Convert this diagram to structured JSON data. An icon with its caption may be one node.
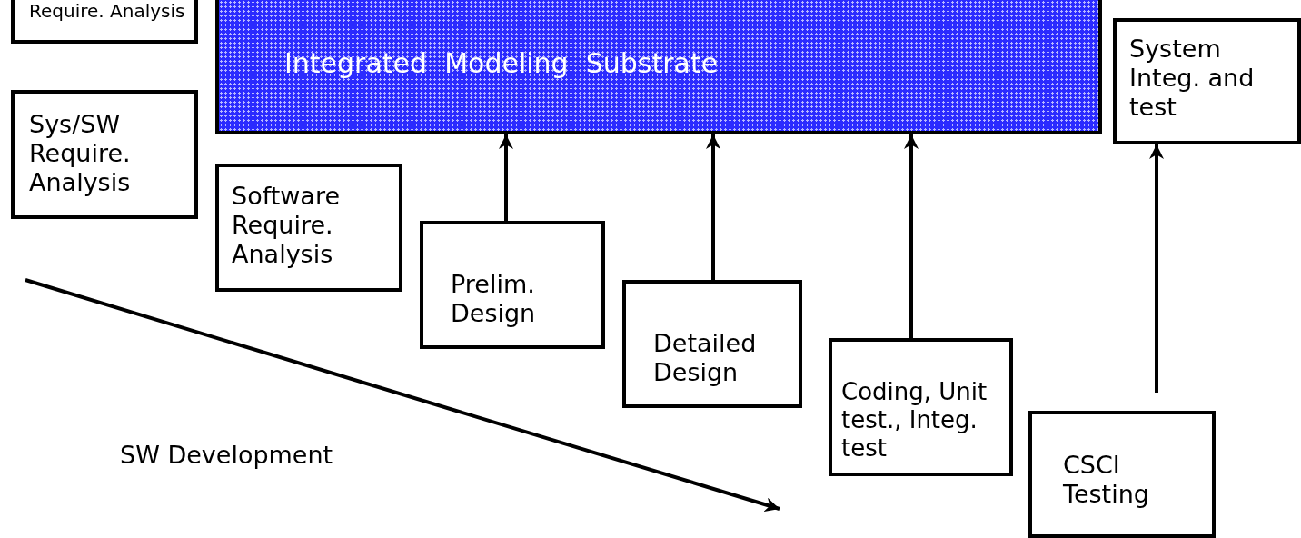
{
  "diagram": {
    "nodes": [
      {
        "text": [
          "Require. Analysis"
        ]
      },
      {
        "text": [
          "Integrated  Modeling  Substrate"
        ]
      },
      {
        "text": [
          "Sys/SW Require. Analysis"
        ]
      },
      {
        "text": [
          "System Integ. and test"
        ]
      },
      {
        "text": [
          "Software Require. Analysis"
        ]
      },
      {
        "text": [
          "Prelim. Design"
        ]
      },
      {
        "text": [
          "Detailed Design"
        ]
      },
      {
        "text": [
          "Coding, Unit test., Integ. test"
        ]
      },
      {
        "text": [
          "CSCI Testing"
        ]
      }
    ],
    "edges": [
      {
        "from": 5,
        "to": 1,
        "arrow": "to"
      },
      {
        "from": 6,
        "to": 1,
        "arrow": "to"
      },
      {
        "from": 7,
        "to": 1,
        "arrow": "to"
      },
      {
        "from": 8,
        "to": 3,
        "arrow": "to"
      }
    ],
    "labels": [
      "SW Development"
    ]
  }
}
